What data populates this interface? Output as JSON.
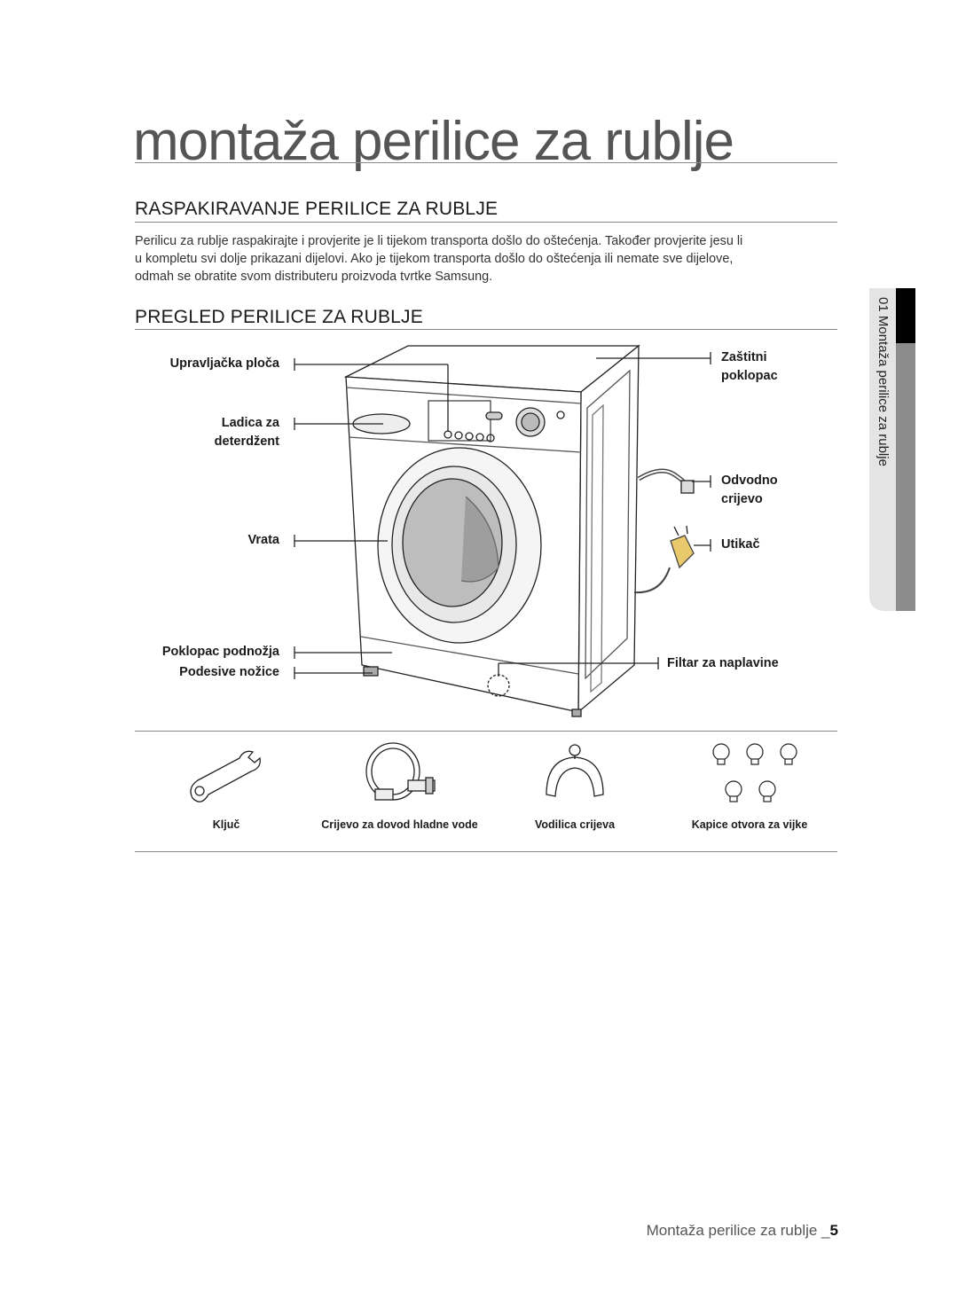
{
  "page": {
    "title": "montaža perilice za rublje"
  },
  "sections": {
    "unpacking": {
      "heading": "RASPAKIRAVANJE PERILICE ZA RUBLJE",
      "lines": [
        "Perilicu za rublje raspakirajte i provjerite je li tijekom transporta došlo do oštećenja. Također provjerite jesu li",
        "u kompletu svi dolje prikazani dijelovi. Ako je tijekom transporta došlo do oštećenja ili nemate sve dijelove,",
        "odmah se obratite svom distributeru proizvoda tvrtke Samsung."
      ]
    },
    "overview": {
      "heading": "PREGLED PERILICE ZA RUBLJE"
    }
  },
  "callouts": {
    "control_panel": "Upravljačka ploča",
    "detergent_drawer_1": "Ladica za",
    "detergent_drawer_2": "deterdžent",
    "door": "Vrata",
    "plinth_cover": "Poklopac podnožja",
    "adjustable_feet": "Podesive nožice",
    "top_cover_1": "Zaštitni",
    "top_cover_2": "poklopac",
    "drain_hose_1": "Odvodno",
    "drain_hose_2": "crijevo",
    "plug": "Utikač",
    "debris_filter": "Filtar za naplavine"
  },
  "accessories": [
    {
      "label": "Ključ",
      "icon": "spanner-icon"
    },
    {
      "label": "Crijevo za dovod hladne vode",
      "icon": "inlet-hose-icon"
    },
    {
      "label": "Vodilica crijeva",
      "icon": "hose-guide-icon"
    },
    {
      "label": "Kapice otvora za vijke",
      "icon": "bolt-hole-caps-icon"
    }
  ],
  "side_tab": {
    "label": "01 Montaža perilice za rublje"
  },
  "footer": {
    "text": "Montaža perilice za rublje _",
    "page_number": "5"
  }
}
